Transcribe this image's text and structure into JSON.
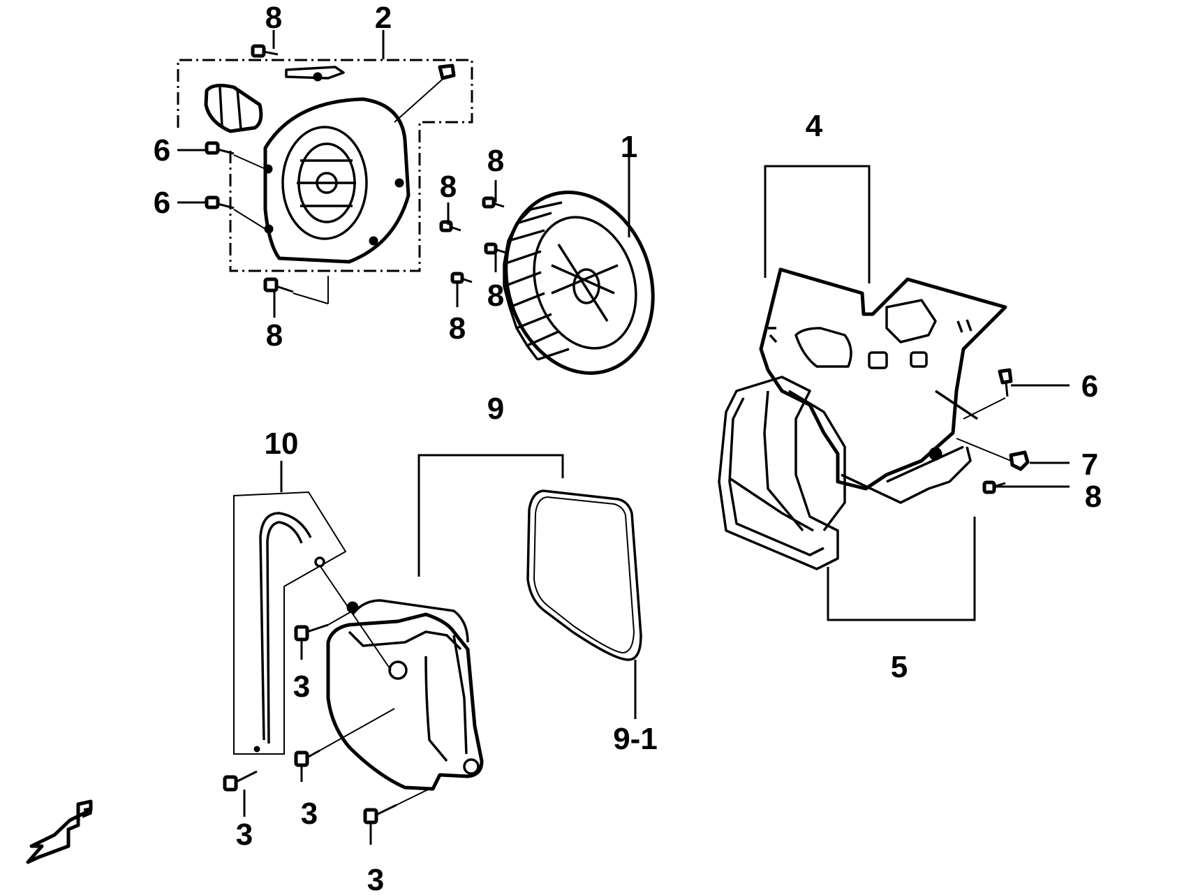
{
  "callouts": {
    "c1": "1",
    "c2": "2",
    "c3a": "3",
    "c3b": "3",
    "c3c": "3",
    "c3d": "3",
    "c4": "4",
    "c5": "5",
    "c6a": "6",
    "c6b": "6",
    "c6c": "6",
    "c7": "7",
    "c8a": "8",
    "c8b": "8",
    "c8c": "8",
    "c8d": "8",
    "c8e": "8",
    "c8f": "8",
    "c9": "9",
    "c9_1": "9-1",
    "c10": "10"
  },
  "icons": {
    "direction": "front-direction-arrow-icon"
  }
}
